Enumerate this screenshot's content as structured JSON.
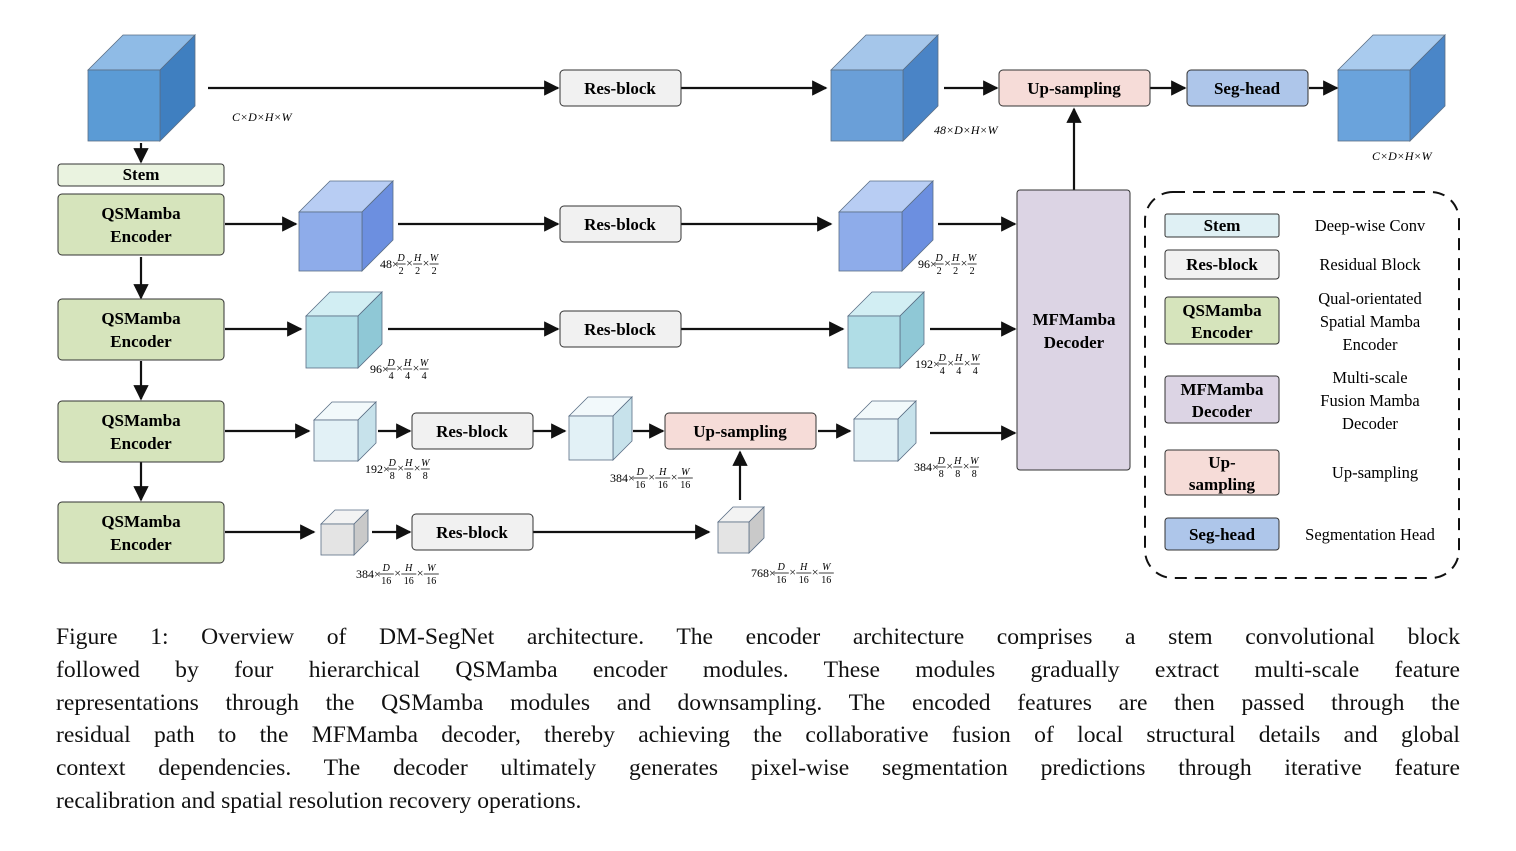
{
  "figure": {
    "blocks": {
      "stem": "Stem",
      "res_block": "Res-block",
      "qsmamba_line1": "QSMamba",
      "qsmamba_line2": "Encoder",
      "mfmamba_line1": "MFMamba",
      "mfmamba_line2": "Decoder",
      "up_sampling": "Up-sampling",
      "seg_head": "Seg-head"
    },
    "dims": {
      "input": "C×D×H×W",
      "output": "C×D×H×W",
      "top_feature": "48×D×H×W",
      "enc1": {
        "ch": "48×",
        "d": [
          "D",
          "2"
        ],
        "h": [
          "H",
          "2"
        ],
        "w": [
          "W",
          "2"
        ]
      },
      "dec1": {
        "ch": "96×",
        "d": [
          "D",
          "2"
        ],
        "h": [
          "H",
          "2"
        ],
        "w": [
          "W",
          "2"
        ]
      },
      "enc2": {
        "ch": "96×",
        "d": [
          "D",
          "4"
        ],
        "h": [
          "H",
          "4"
        ],
        "w": [
          "W",
          "4"
        ]
      },
      "dec2": {
        "ch": "192×",
        "d": [
          "D",
          "4"
        ],
        "h": [
          "H",
          "4"
        ],
        "w": [
          "W",
          "4"
        ]
      },
      "enc3": {
        "ch": "192×",
        "d": [
          "D",
          "8"
        ],
        "h": [
          "H",
          "8"
        ],
        "w": [
          "W",
          "8"
        ]
      },
      "mid3": {
        "ch": "384×",
        "d": [
          "D",
          "16"
        ],
        "h": [
          "H",
          "16"
        ],
        "w": [
          "W",
          "16"
        ]
      },
      "dec3": {
        "ch": "384×",
        "d": [
          "D",
          "8"
        ],
        "h": [
          "H",
          "8"
        ],
        "w": [
          "W",
          "8"
        ]
      },
      "enc4": {
        "ch": "384×",
        "d": [
          "D",
          "16"
        ],
        "h": [
          "H",
          "16"
        ],
        "w": [
          "W",
          "16"
        ]
      },
      "dec4": {
        "ch": "768×",
        "d": [
          "D",
          "16"
        ],
        "h": [
          "H",
          "16"
        ],
        "w": [
          "W",
          "16"
        ]
      }
    },
    "legend": {
      "stem": {
        "label": "Stem",
        "desc": "Deep-wise Conv"
      },
      "res_block": {
        "label": "Res-block",
        "desc": "Residual Block"
      },
      "qsmamba": {
        "label": [
          "QSMamba",
          "Encoder"
        ],
        "desc": [
          "Qual-orientated",
          "Spatial Mamba",
          "Encoder"
        ]
      },
      "mfmamba": {
        "label": [
          "MFMamba",
          "Decoder"
        ],
        "desc": [
          "Multi-scale",
          "Fusion Mamba",
          "Decoder"
        ]
      },
      "up_sampling": {
        "label": [
          "Up-",
          "sampling"
        ],
        "desc": "Up-sampling"
      },
      "seg_head": {
        "label": "Seg-head",
        "desc": "Segmentation Head"
      }
    },
    "colors": {
      "stem_fill": "#eaf3e0",
      "qsmamba_fill": "#d6e4bc",
      "res_fill": "#f1f1f1",
      "mfmamba_fill": "#dcd4e4",
      "up_fill": "#f6dcd8",
      "seg_fill": "#aec6ea",
      "legend_stem_fill": "#dff0f4"
    }
  },
  "caption": {
    "lines": [
      "Figure 1: Overview of DM-SegNet architecture.  The encoder architecture comprises a stem convolutional block",
      "followed by four hierarchical QSMamba encoder modules.  These modules gradually extract multi-scale feature",
      "representations through the QSMamba modules and downsampling. The encoded features are then passed through the",
      "residual path to the MFMamba decoder, thereby achieving the collaborative fusion of local structural details and global",
      "context dependencies. The decoder ultimately generates pixel-wise segmentation predictions through iterative feature",
      "recalibration and spatial resolution recovery operations."
    ]
  }
}
